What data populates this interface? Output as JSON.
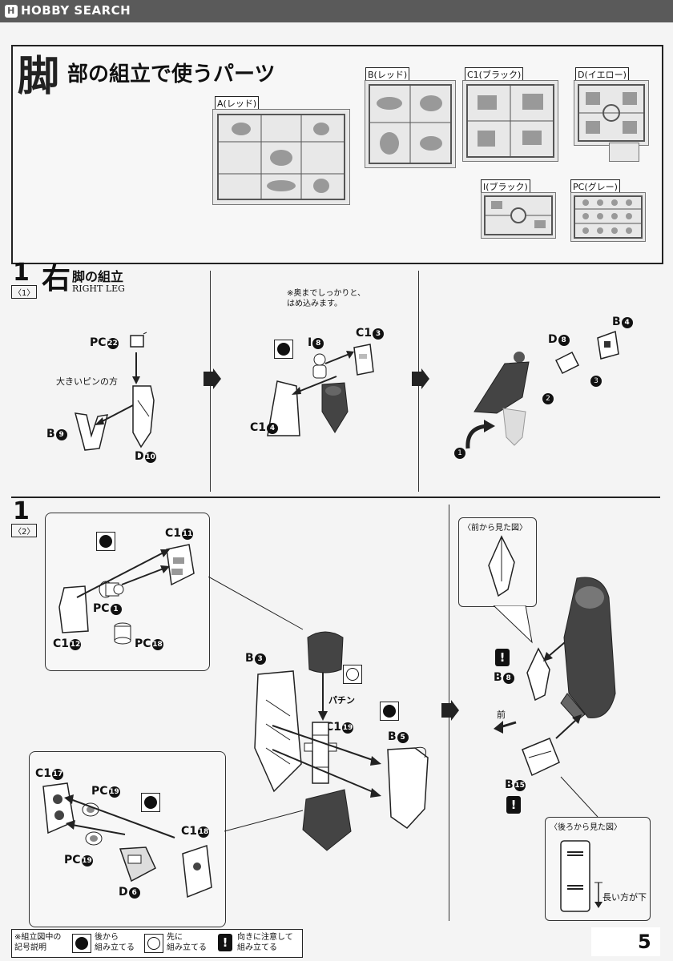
{
  "watermark": "HOBBY SEARCH",
  "header": {
    "kanji": "脚",
    "title": "部の組立で使うパーツ",
    "runners": [
      {
        "id": "A",
        "label": "A(レッド)"
      },
      {
        "id": "B",
        "label": "B(レッド)"
      },
      {
        "id": "C1",
        "label": "C1(ブラック)"
      },
      {
        "id": "D",
        "label": "D(イエロー)"
      },
      {
        "id": "I",
        "label": "I(ブラック)"
      },
      {
        "id": "PC",
        "label": "PC(グレー)"
      }
    ]
  },
  "step1": {
    "number": "1",
    "sub": "〈1〉",
    "title_kanji": "右",
    "title": "脚の組立",
    "title_en": "RIGHT LEG",
    "panel1": {
      "pc": "PC",
      "pc_num": "22",
      "pin_note": "大きいピンの方",
      "b": "B",
      "b_num": "9",
      "d": "D",
      "d_num": "10"
    },
    "panel2": {
      "note": "※奥までしっかりと、\nはめ込みます。",
      "i": "I",
      "i_num": "8",
      "c1a": "C1",
      "c1a_num": "3",
      "c1b": "C1",
      "c1b_num": "4"
    },
    "panel3": {
      "b": "B",
      "b_num": "4",
      "d": "D",
      "d_num": "8",
      "o1": "1",
      "o2": "2",
      "o3": "3"
    }
  },
  "step2": {
    "number": "1",
    "sub": "〈2〉",
    "top_panel": {
      "c1a": "C1",
      "c1a_num": "11",
      "pc1": "PC",
      "pc1_num": "1",
      "c1b": "C1",
      "c1b_num": "12",
      "pc2": "PC",
      "pc2_num": "18"
    },
    "center": {
      "b3": "B",
      "b3_num": "3",
      "pachin": "パチン",
      "c19": "C1",
      "c19_num": "19",
      "b5": "B",
      "b5_num": "5"
    },
    "bottom_panel": {
      "c17": "C1",
      "c17_num": "17",
      "pc19a": "PC",
      "pc19a_num": "19",
      "pc19b": "PC",
      "pc19b_num": "19",
      "c18": "C1",
      "c18_num": "18",
      "d6": "D",
      "d6_num": "6"
    },
    "right": {
      "front_view": "〈前から見た図〉",
      "b8": "B",
      "b8_num": "8",
      "front": "前",
      "b15": "B",
      "b15_num": "15",
      "back_view": "〈後ろから見た図〉",
      "long_side": "長い方が下"
    }
  },
  "footer": {
    "legend_title": "※組立図中の\n記号説明",
    "legend1": "後から\n組み立てる",
    "legend2": "先に\n組み立てる",
    "legend3": "向きに注意して\n組み立てる",
    "page": "5"
  }
}
